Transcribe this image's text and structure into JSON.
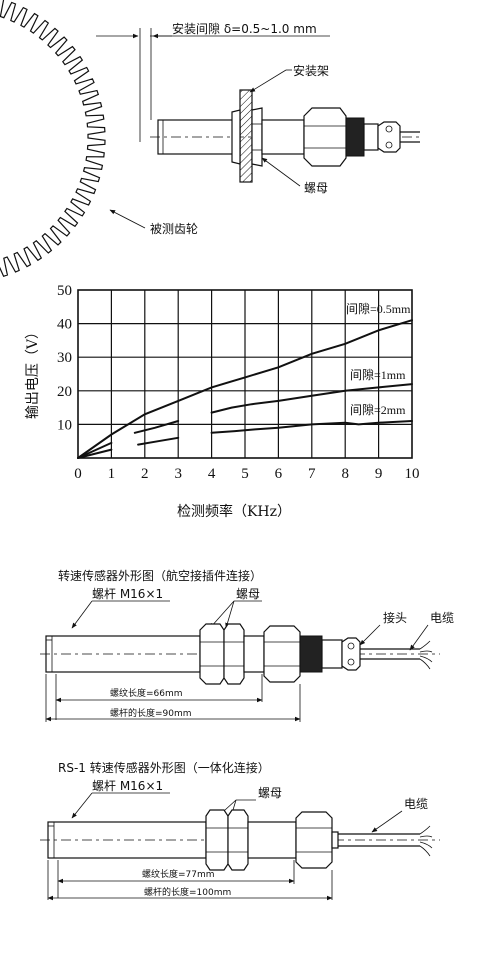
{
  "installation": {
    "gap_label": "安装间隙  δ=0.5~1.0 mm",
    "bracket_label": "安装架",
    "nut_label": "螺母",
    "gear_label": "被测齿轮"
  },
  "chart_data": {
    "type": "line",
    "title": "",
    "xlabel": "检测频率（KHz）",
    "ylabel": "输出电压（V）",
    "xlim": [
      0,
      10
    ],
    "ylim": [
      0,
      50
    ],
    "x_ticks": [
      "0",
      "1",
      "2",
      "3",
      "4",
      "5",
      "6",
      "7",
      "8",
      "9",
      "10"
    ],
    "y_ticks": [
      "10",
      "20",
      "30",
      "40",
      "50"
    ],
    "grid": true,
    "series": [
      {
        "name": "间隙=0.5mm",
        "x": [
          0,
          1,
          2,
          3,
          4,
          5,
          6,
          7,
          8,
          9,
          10
        ],
        "y": [
          0,
          7,
          13,
          17,
          21,
          24,
          27,
          31,
          34,
          38,
          41
        ]
      },
      {
        "name": "间隙=1mm",
        "x": [
          0,
          1,
          1.7,
          2.3,
          3,
          4,
          4.6,
          5.2,
          6,
          7,
          8,
          9,
          10
        ],
        "y": [
          0,
          4.5,
          7.5,
          9,
          11,
          13.5,
          15,
          16,
          17,
          18.5,
          20,
          21,
          22
        ]
      },
      {
        "name": "间隙=2mm",
        "x": [
          0,
          1,
          1.8,
          2.4,
          3,
          4,
          4.7,
          5.3,
          6,
          7,
          8,
          8.4,
          9,
          10
        ],
        "y": [
          0,
          2.5,
          4,
          5,
          6,
          7.5,
          8,
          8.5,
          9,
          10,
          10.5,
          10,
          10.5,
          11
        ]
      }
    ],
    "series_label_text": [
      "间隙=0.5mm",
      "间隙=1mm",
      "间隙=2mm"
    ]
  },
  "sensor_connector": {
    "title": "转速传感器外形图（航空接插件连接）",
    "screw_label": "螺杆  M16×1",
    "nut_label": "螺母",
    "connector_label": "接头",
    "cable_label": "电缆",
    "thread_length": "螺纹长度=66mm",
    "total_length": "螺杆的长度=90mm"
  },
  "sensor_integrated": {
    "title": "RS-1 转速传感器外形图（一体化连接）",
    "screw_label": "螺杆  M16×1",
    "nut_label": "螺母",
    "cable_label": "电缆",
    "thread_length": "螺纹长度=77mm",
    "total_length": "螺杆的长度=100mm"
  }
}
